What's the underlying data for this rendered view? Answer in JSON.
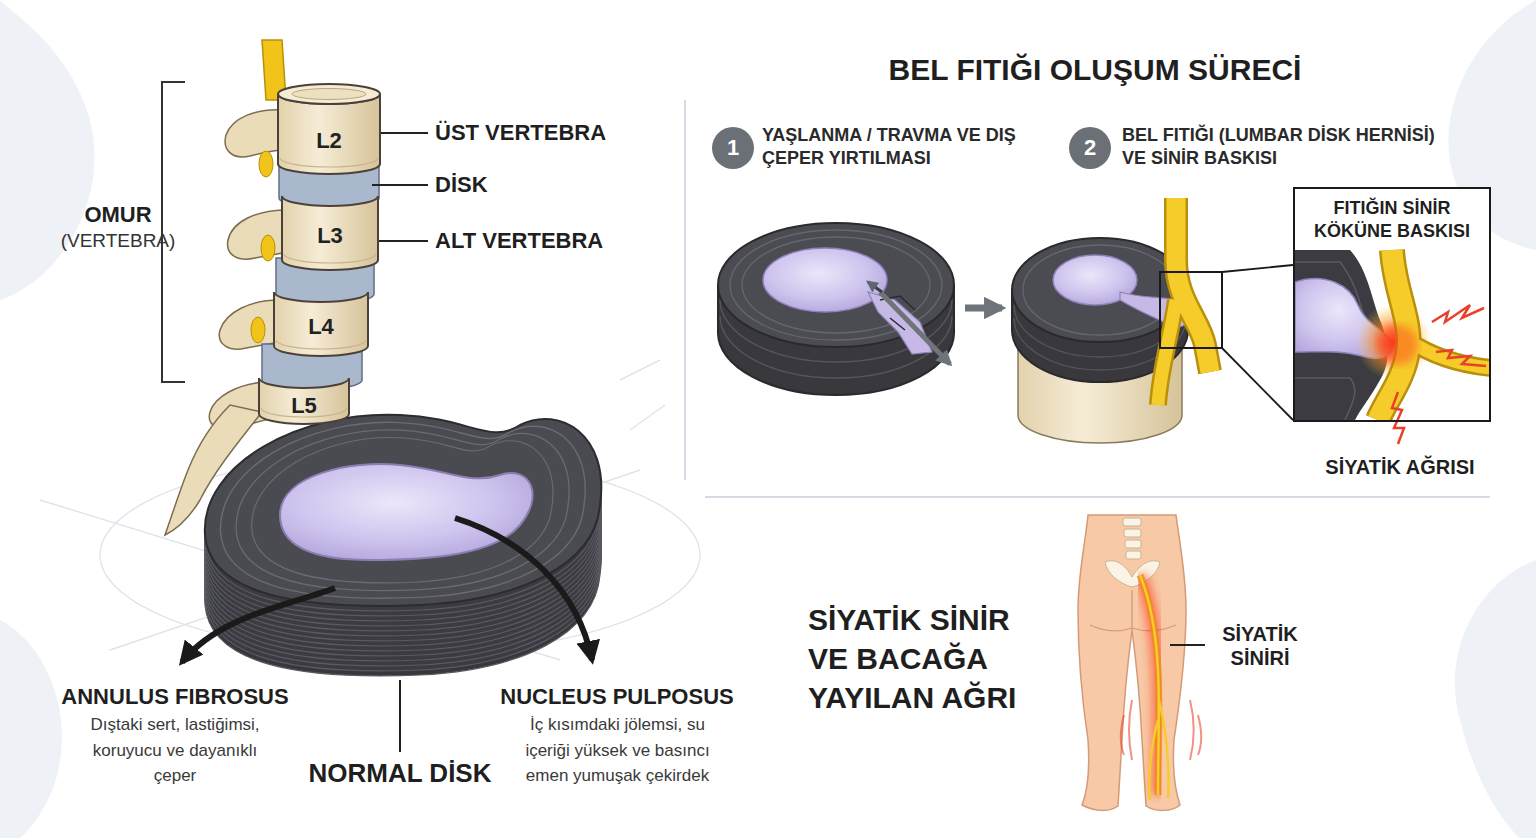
{
  "diagram": {
    "title": "BEL FITIĞI OLUŞUM SÜRECİ",
    "nodes": [
      {
        "text": [
          "L2"
        ]
      },
      {
        "text": [
          "L3"
        ]
      },
      {
        "text": [
          "L4"
        ]
      },
      {
        "text": [
          "L5"
        ]
      },
      {
        "text": [
          "1"
        ]
      },
      {
        "text": [
          "2"
        ]
      },
      {
        "text": [
          "FITIĞIN SİNİR KÖKÜNE BASKISI"
        ]
      }
    ],
    "labels": [
      "OMUR",
      "(VERTEBRA)",
      "ÜST VERTEBRA",
      "DİSK",
      "ALT VERTEBRA",
      "ANNULUS FIBROSUS",
      "Dıştaki sert, lastiğimsi, koruyucu ve dayanıklı çeper",
      "NORMAL DİSK",
      "NUCLEUS PULPOSUS",
      "İç kısımdaki jölemsi, su içeriği yüksek ve basıncı emen yumuşak çekirdek",
      "YAŞLANMA / TRAVMA VE DIŞ ÇEPER YIRTILMASI",
      "BEL FITIĞI (LUMBAR DİSK HERNİSİ) VE SİNİR BASKISI",
      "SİYATİK AĞRISI",
      "SİYATİK SİNİR VE BACAĞA YAYILAN AĞRI",
      "SİYATİK SİNİRİ"
    ]
  }
}
